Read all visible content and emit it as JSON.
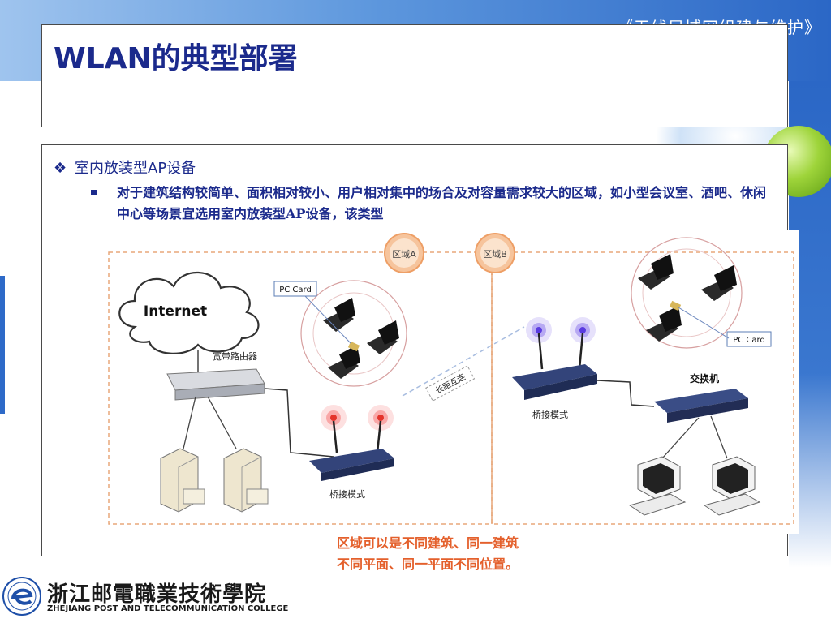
{
  "header": {
    "course_title": "《无线局域网组建与维护》"
  },
  "slide": {
    "title": "WLAN的典型部署",
    "bullet_level1": "室内放装型AP设备",
    "bullet_level2": "对于建筑结构较简单、面积相对较小、用户相对集中的场合及对容量需求较大的区域，如小型会议室、酒吧、休闲中心等场景宜选用室内放装型AP设备，该类型"
  },
  "diagram": {
    "internet": "Internet",
    "router": "宽带路由器",
    "zone_a": "区域A",
    "zone_b": "区域B",
    "pc_card_a": "PC Card",
    "pc_card_b": "PC Card",
    "bridge_a": "桥接模式",
    "bridge_b": "桥接模式",
    "long_link": "长距互连",
    "switch": "交换机",
    "caption_line1": "区域可以是不同建筑、同一建筑",
    "caption_line2": "不同平面、同一平面不同位置。"
  },
  "footer": {
    "school_cn": "浙江邮電職業技術學院",
    "school_en": "ZHEJIANG POST AND TELECOMMUNICATION COLLEGE"
  },
  "colors": {
    "title": "#1b2a8c",
    "caption": "#e4602c",
    "accent_blue": "#2b67c6",
    "accent_green": "#9ed43a"
  }
}
